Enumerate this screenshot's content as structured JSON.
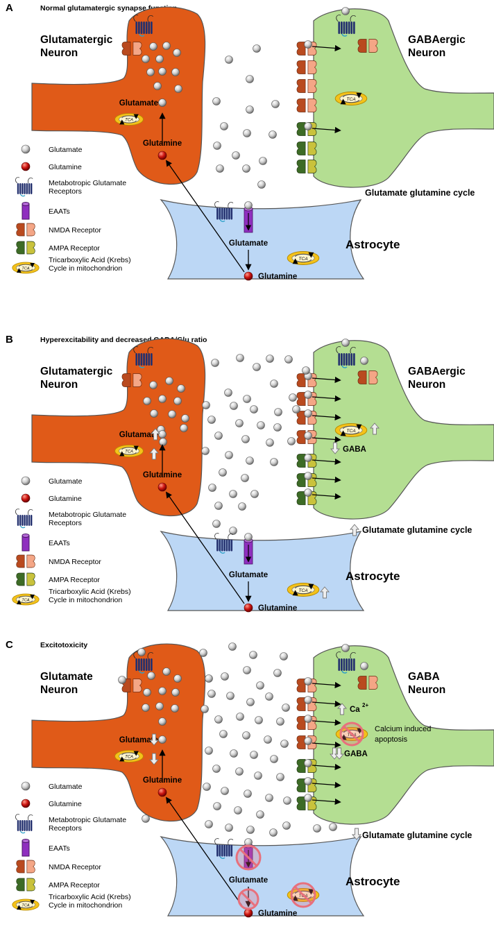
{
  "panels": [
    {
      "letter": "A",
      "title": "Normal glutamatergic synapse function",
      "left_neuron": [
        "Glutamatergic",
        "Neuron"
      ],
      "right_neuron": [
        "GABAergic",
        "Neuron"
      ],
      "astrocyte": "Astrocyte",
      "neuron_glutamate": "Glutamate",
      "neuron_glutamine": "Glutamine",
      "astro_glutamate": "Glutamate",
      "astro_glutamine": "Glutamine",
      "cycle": "Glutamate glutamine cycle",
      "gaba": "",
      "calcium": "",
      "apoptosis": ""
    },
    {
      "letter": "B",
      "title": "Hyperexcitability and decreased GABA/Glu ratio",
      "left_neuron": [
        "Glutamatergic",
        "Neuron"
      ],
      "right_neuron": [
        "GABAergic",
        "Neuron"
      ],
      "astrocyte": "Astrocyte",
      "neuron_glutamate": "Glutamate",
      "neuron_glutamine": "Glutamine",
      "astro_glutamate": "Glutamate",
      "astro_glutamine": "Glutamine",
      "cycle": "Glutamate glutamine cycle",
      "gaba": "GABA",
      "calcium": "",
      "apoptosis": ""
    },
    {
      "letter": "C",
      "title": "Excitotoxicity",
      "left_neuron": [
        "Glutamate",
        "Neuron"
      ],
      "right_neuron": [
        "GABA",
        "Neuron"
      ],
      "astrocyte": "Astrocyte",
      "neuron_glutamate": "Glutamate",
      "neuron_glutamine": "Glutamine",
      "astro_glutamate": "Glutamate",
      "astro_glutamine": "Glutamine",
      "cycle": "Glutamate glutamine cycle",
      "gaba": "GABA",
      "calcium": "Ca",
      "calcium_sup": "2+",
      "apoptosis": [
        "Calcium induced",
        "apoptosis"
      ]
    }
  ],
  "legend": [
    {
      "icon": "glutamate-sphere-icon",
      "label": [
        "Glutamate"
      ]
    },
    {
      "icon": "glutamine-sphere-icon",
      "label": [
        "Glutamine"
      ]
    },
    {
      "icon": "metabotropic-receptor-icon",
      "label": [
        "Metabotropic Glutamate",
        "Receptors"
      ]
    },
    {
      "icon": "eaat-transporter-icon",
      "label": [
        "EAATs"
      ]
    },
    {
      "icon": "nmda-receptor-icon",
      "label": [
        "NMDA Receptor"
      ]
    },
    {
      "icon": "ampa-receptor-icon",
      "label": [
        "AMPA Receptor"
      ]
    },
    {
      "icon": "tca-mitochondrion-icon",
      "label": [
        "Tricarboxylic Acid (Krebs)",
        "Cycle in mitochondrion"
      ]
    }
  ],
  "tca_label": "TCA",
  "colors": {
    "glutamatergic_neuron": "#e05a18",
    "gabaergic_neuron": "#b4de92",
    "astrocyte": "#bcd7f5",
    "nmda_light": "#f4a686",
    "nmda_dark": "#b94a1f",
    "ampa_dark": "#3d6b26",
    "ampa_light": "#c9c23c",
    "eaat": "#8f2fbf",
    "mglur": "#23306e",
    "tca": "#f4c21a",
    "glutamine_sphere": "#cc1410",
    "inhibit": "#e8707c"
  }
}
